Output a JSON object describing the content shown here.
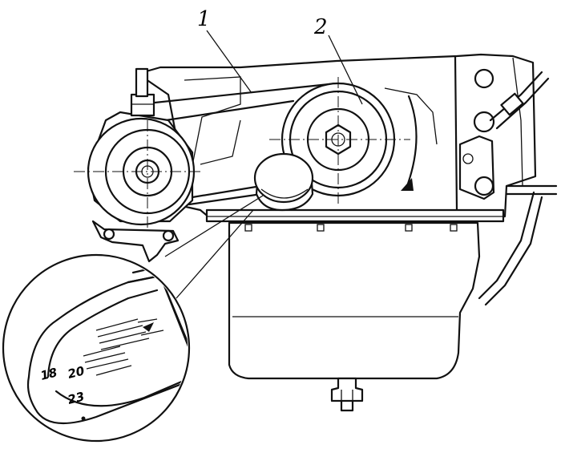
{
  "callouts": [
    {
      "id": "1",
      "text": "1"
    },
    {
      "id": "2",
      "text": "2"
    }
  ],
  "dipstick": {
    "marks": [
      "20",
      "18",
      "23"
    ]
  }
}
